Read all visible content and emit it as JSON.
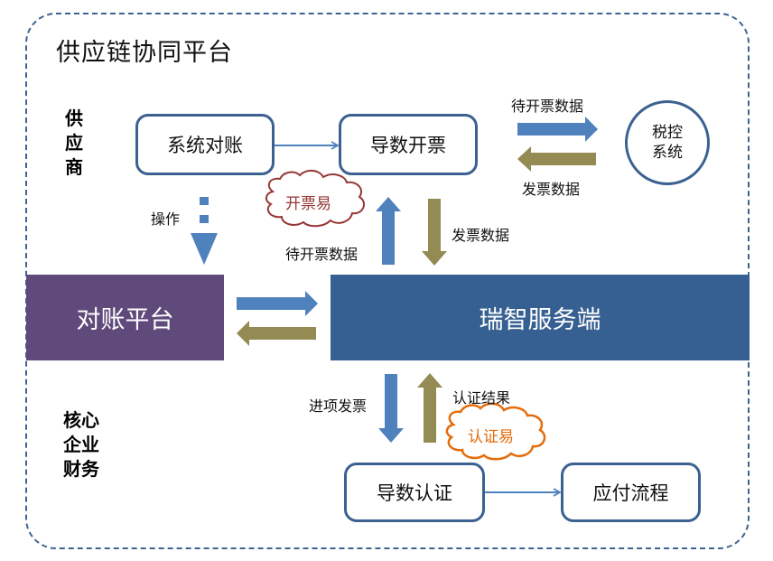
{
  "title": "供应链协同平台",
  "colors": {
    "frame": "#3f6391",
    "box_border": "#3b6190",
    "blue_arrow": "#4f81bd",
    "olive_arrow": "#948a54",
    "reconcile_band": "#604a7b",
    "server_band": "#376092",
    "cloud_red": "#953735",
    "cloud_orange": "#e46c0a"
  },
  "sections": {
    "supplier": "供\n应\n商",
    "core_finance": "核心\n企业\n财务"
  },
  "nodes": {
    "system_reconcile": "系统对账",
    "import_invoice": "导数开票",
    "tax_control": "税控\n系统",
    "reconcile_platform": "对账平台",
    "ruizhi_server": "瑞智服务端",
    "import_certify": "导数认证",
    "payable_process": "应付流程"
  },
  "clouds": {
    "invoice_easy": "开票易",
    "certify_easy": "认证易"
  },
  "edge_labels": {
    "pending_invoice_to_tax": "待开票数据",
    "invoice_data_from_tax": "发票数据",
    "operation": "操作",
    "pending_invoice_up": "待开票数据",
    "invoice_data_down": "发票数据",
    "input_invoice": "进项发票",
    "certify_result": "认证结果"
  }
}
